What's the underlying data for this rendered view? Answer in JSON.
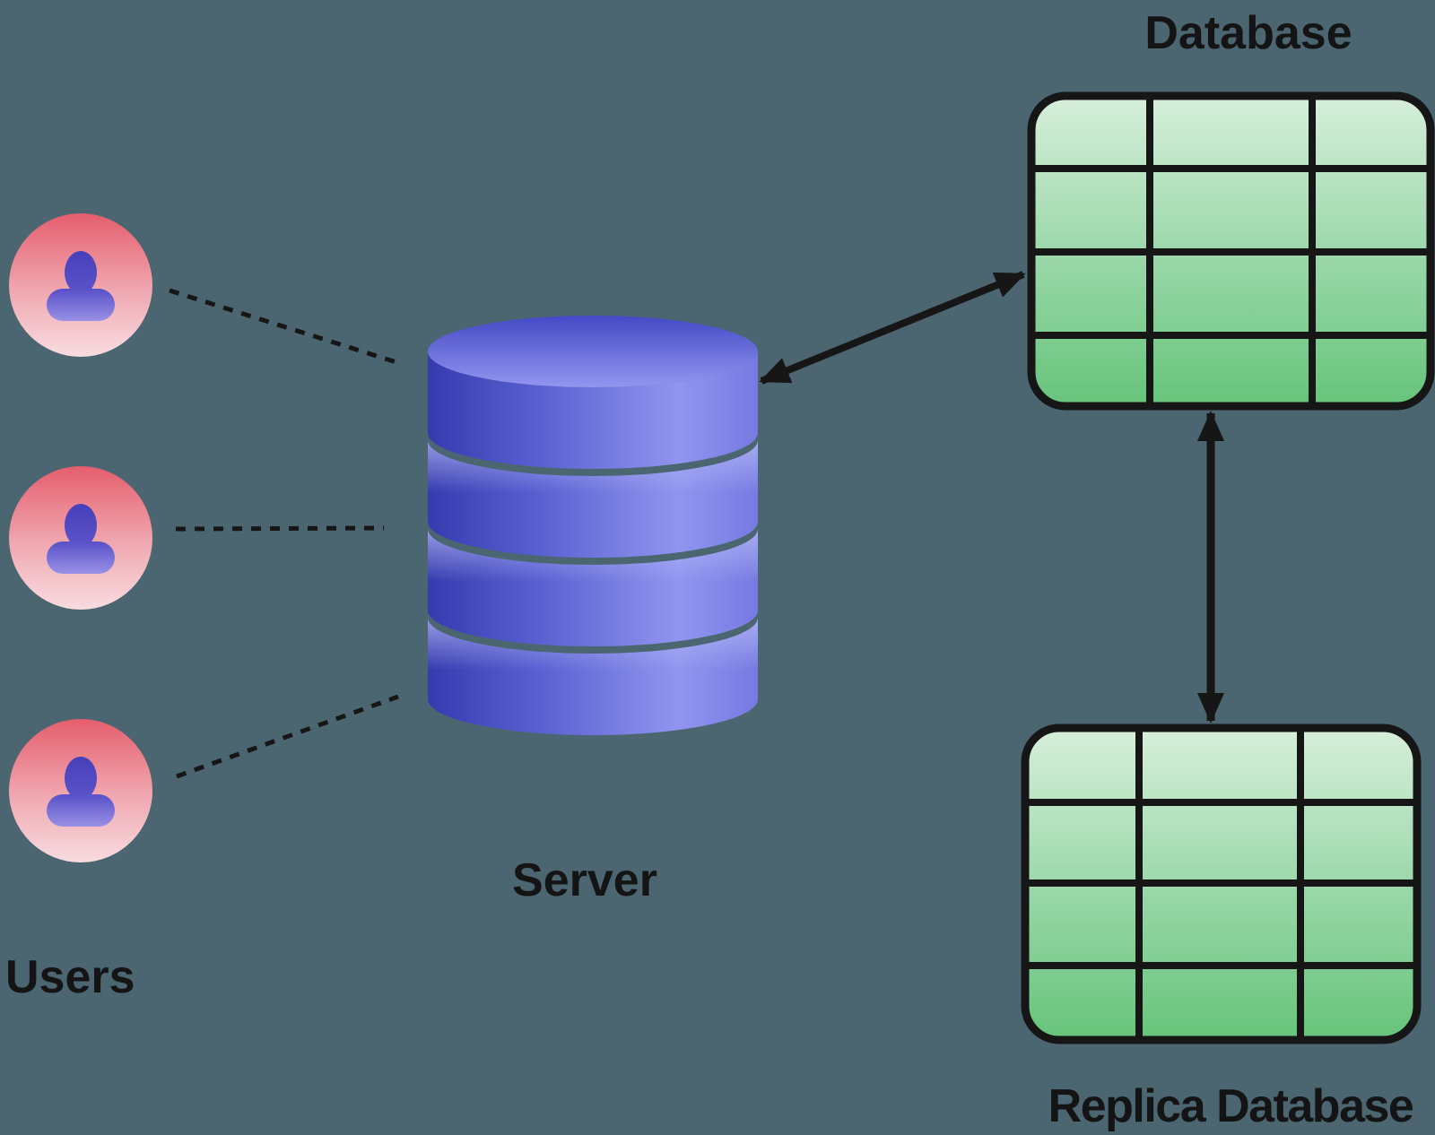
{
  "labels": {
    "users": "Users",
    "server": "Server",
    "database": "Database",
    "replica_database": "Replica Database"
  },
  "diagram": {
    "type": "system-architecture",
    "nodes": [
      {
        "id": "users",
        "label": "Users",
        "kind": "user-avatar-group",
        "count": 3
      },
      {
        "id": "server",
        "label": "Server",
        "kind": "database-cylinder",
        "discs": 4
      },
      {
        "id": "database",
        "label": "Database",
        "kind": "table-grid",
        "columns": 3,
        "rows": 4
      },
      {
        "id": "replica",
        "label": "Replica Database",
        "kind": "table-grid",
        "columns": 3,
        "rows": 4
      }
    ],
    "edges": [
      {
        "from": "user-1",
        "to": "server",
        "style": "dotted",
        "arrows": "none"
      },
      {
        "from": "user-2",
        "to": "server",
        "style": "dotted",
        "arrows": "none"
      },
      {
        "from": "user-3",
        "to": "server",
        "style": "dotted",
        "arrows": "none"
      },
      {
        "from": "server",
        "to": "database",
        "style": "solid",
        "arrows": "both"
      },
      {
        "from": "database",
        "to": "replica",
        "style": "solid",
        "arrows": "both"
      }
    ],
    "colors": {
      "background": "#4c6671",
      "line": "#161616",
      "text": "#141414",
      "server_body_dark": "#363aae",
      "server_body_light": "#9195ef",
      "server_cap_top": "#4549c6",
      "server_cap_rim": "#9296ef",
      "grid_green_light": "#d7efdb",
      "grid_green_dark": "#66c47a",
      "avatar_pink_top": "#e55e6d",
      "avatar_pink_bottom": "#f8dce0",
      "person_indigo_top": "#453eb8",
      "person_indigo_bottom": "#9d94e8"
    }
  }
}
